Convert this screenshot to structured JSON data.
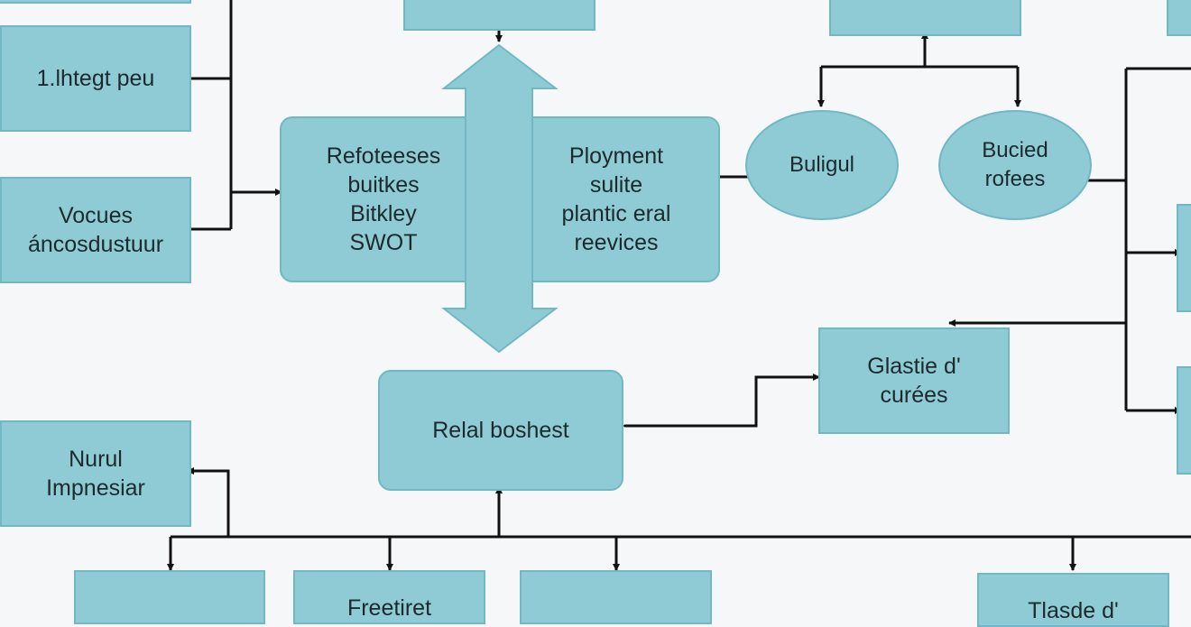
{
  "diagram": {
    "nodes": {
      "integest": [
        "1.lhtegt peu"
      ],
      "voices": [
        "Vocues",
        "áncosdustuur"
      ],
      "nurul": [
        "Nurul",
        "Impnesiar"
      ],
      "refoteeses": [
        "Refoteeses",
        "buitkes",
        "Bitkley",
        "SWOT"
      ],
      "ployment": [
        "Ployment",
        "sulite",
        "plantic eral",
        "reevices"
      ],
      "buligul": [
        "Buligul"
      ],
      "bucied": [
        "Bucied",
        "rofees"
      ],
      "relal": [
        "Relal boshest"
      ],
      "glastie": [
        "Glastie d'",
        "curées"
      ],
      "freetiret": [
        "Freetiret"
      ],
      "tlasde": [
        "Tlasde d'"
      ]
    }
  }
}
